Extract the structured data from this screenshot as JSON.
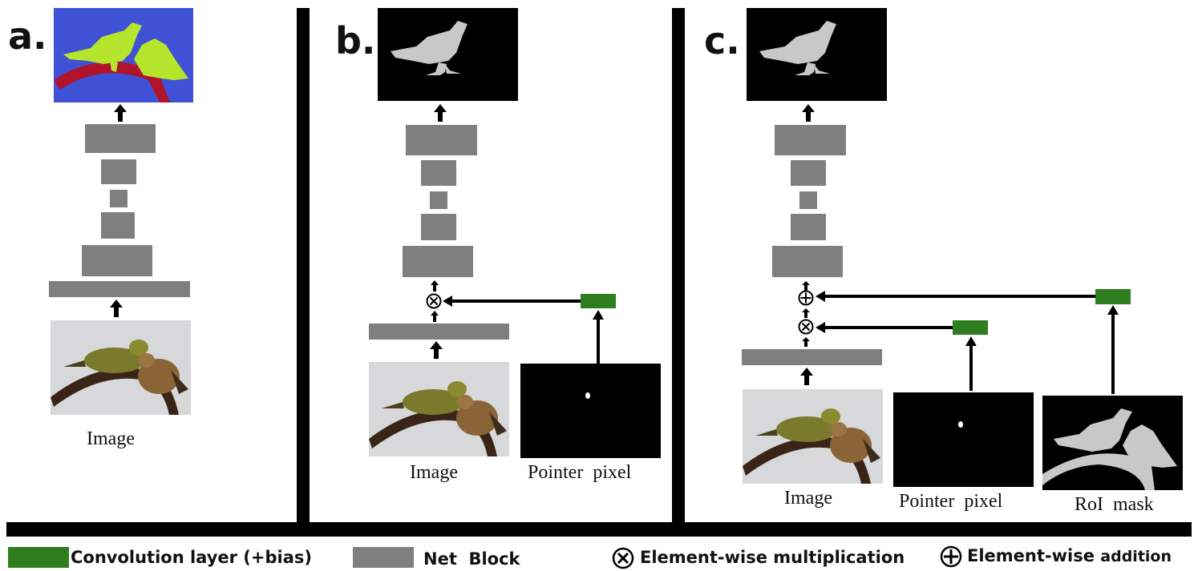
{
  "panels": {
    "a": {
      "label": "a.",
      "image_caption": "Image"
    },
    "b": {
      "label": "b.",
      "image_caption": "Image",
      "pointer_caption": "Pointer  pixel"
    },
    "c": {
      "label": "c.",
      "image_caption": "Image",
      "pointer_caption": "Pointer  pixel",
      "roi_caption": "RoI  mask"
    }
  },
  "legend": {
    "conv_label": "Convolution layer (+bias)",
    "block_label": "Net  Block",
    "mult_label": "Element-wise multiplication",
    "add_label_main": "Element-wise",
    "add_label_tail": "addition"
  },
  "colors": {
    "conv": "#2e7d1f",
    "block": "#7f7f7f",
    "seg_background": "#3f51d4",
    "seg_bird": "#b5e52c",
    "seg_branch": "#b0142a",
    "mask_background": "#000000",
    "mask_fg": "#c8c8c8"
  },
  "icons": {
    "mult": "circled-times-icon",
    "add": "circled-plus-icon"
  }
}
